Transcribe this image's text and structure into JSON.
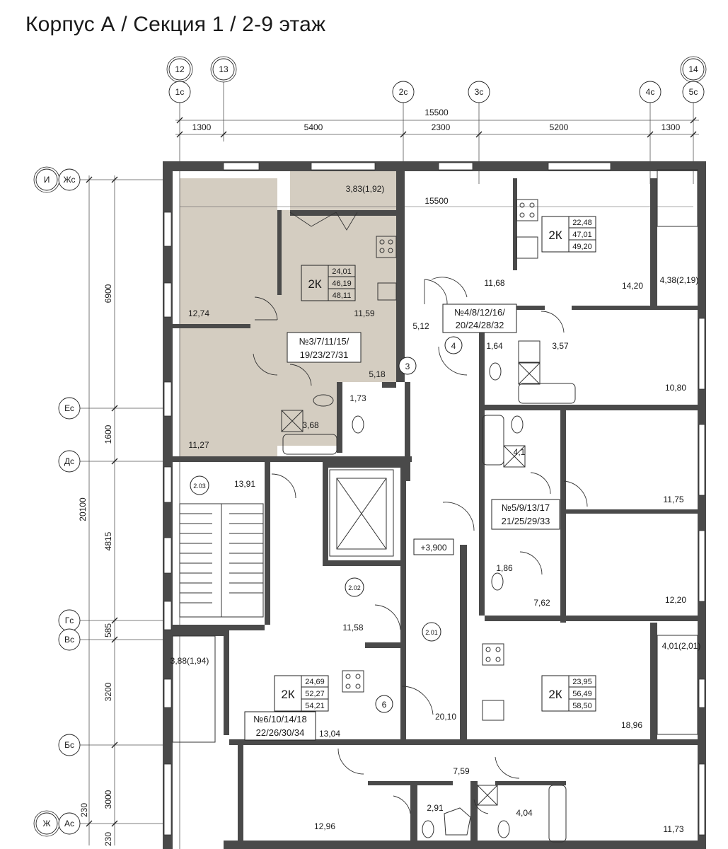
{
  "title": "Корпус А / Секция 1 / 2-9 этаж",
  "axes": {
    "top": [
      {
        "label": "12",
        "second": "1с"
      },
      {
        "label": "13",
        "second": null
      },
      {
        "label": "2с",
        "second": null
      },
      {
        "label": "3с",
        "second": null
      },
      {
        "label": "4с",
        "second": null
      },
      {
        "label": "14",
        "second": "5с"
      }
    ],
    "left": [
      {
        "labels": [
          "И",
          "Жс"
        ]
      },
      {
        "labels": [
          "Ес"
        ]
      },
      {
        "labels": [
          "Дс"
        ]
      },
      {
        "labels": [
          "Гс"
        ]
      },
      {
        "labels": [
          "Вс"
        ]
      },
      {
        "labels": [
          "Бс"
        ]
      },
      {
        "labels": [
          "Ж",
          "Ас"
        ]
      }
    ]
  },
  "dimensions": {
    "top_total": "15500",
    "top_segments": [
      "1300",
      "5400",
      "2300",
      "5200",
      "1300"
    ],
    "inner_total": "15500",
    "left_total": "20100",
    "left_segments": [
      "6900",
      "1600",
      "4815",
      "585",
      "3200",
      "3000",
      "230",
      "230"
    ]
  },
  "apartments": [
    {
      "tag": "2К",
      "areas": [
        "24,01",
        "46,19",
        "48,11"
      ],
      "numbers": [
        "№3/7/11/15/",
        "19/23/27/31"
      ]
    },
    {
      "tag": "2К",
      "areas": [
        "22,48",
        "47,01",
        "49,20"
      ],
      "numbers": [
        "№4/8/12/16/",
        "20/24/28/32"
      ]
    },
    {
      "tag": "",
      "areas": [],
      "numbers": [
        "№5/9/13/17",
        "21/25/29/33"
      ]
    },
    {
      "tag": "2К",
      "areas": [
        "24,69",
        "52,27",
        "54,21"
      ],
      "numbers": [
        "№6/10/14/18",
        "22/26/30/34"
      ]
    },
    {
      "tag": "2К",
      "areas": [
        "23,95",
        "56,49",
        "58,50"
      ],
      "numbers": []
    }
  ],
  "room_areas": [
    "3,83(1,92)",
    "12,74",
    "11,59",
    "11,27",
    "5,18",
    "1,73",
    "3,68",
    "11,68",
    "14,20",
    "4,38(2,19)",
    "5,12",
    "1,64",
    "3,57",
    "10,80",
    "4,1",
    "11,75",
    "1,86",
    "7,62",
    "12,20",
    "13,91",
    "11,58",
    "3,88(1,94)",
    "13,04",
    "20,10",
    "4,01(2,01)",
    "18,96",
    "7,59",
    "2,91",
    "4,04",
    "12,96",
    "11,73"
  ],
  "circle_labels": [
    "3",
    "4",
    "6"
  ],
  "space_codes": [
    "2.03",
    "2.02",
    "2.01"
  ],
  "level_mark": "+3,900",
  "colors": {
    "wall": "#4a4a4a",
    "highlight": "#d4cdc1",
    "line": "#2a2a2a"
  }
}
